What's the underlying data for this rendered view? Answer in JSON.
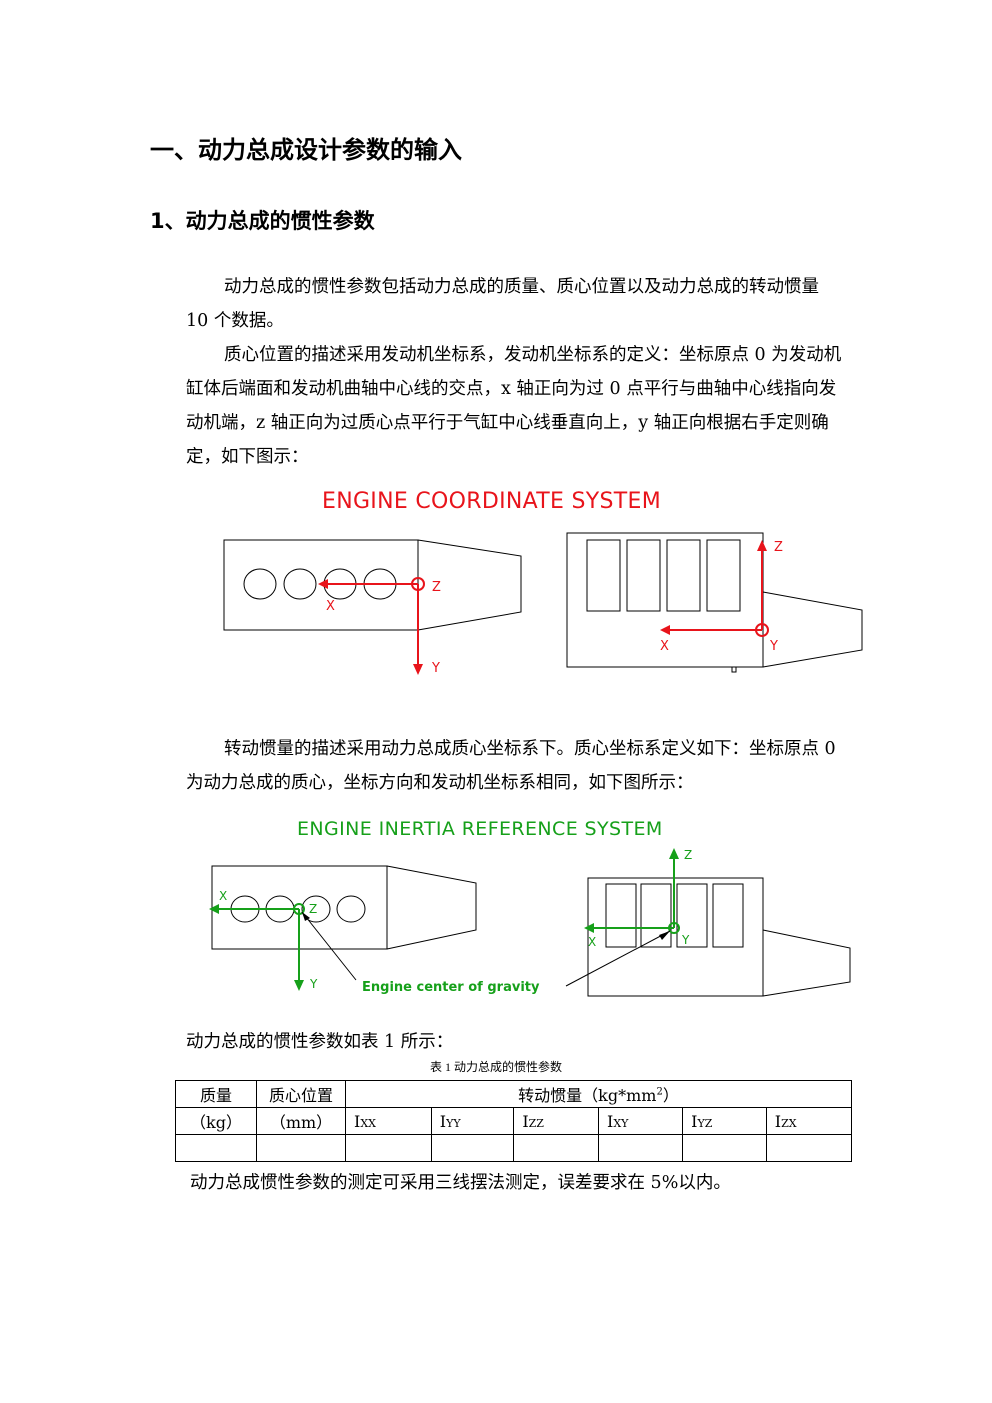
{
  "heading1": "一、动力总成设计参数的输入",
  "heading2": "1、动力总成的惯性参数",
  "paragraph1": "动力总成的惯性参数包括动力总成的质量、质心位置以及动力总成的转动惯量 10 个数据。",
  "paragraph2": "质心位置的描述采用发动机坐标系，发动机坐标系的定义：坐标原点 0 为发动机缸体后端面和发动机曲轴中心线的交点，x 轴正向为过 0 点平行与曲轴中心线指向发动机端，z 轴正向为过质心点平行于气缸中心线垂直向上，y 轴正向根据右手定则确定，如下图示：",
  "figure1": {
    "title": "ENGINE COORDINATE SYSTEM",
    "left_labels": {
      "z": "Z",
      "x": "X",
      "y": "Y"
    },
    "right_labels": {
      "z": "Z",
      "x": "X",
      "y": "Y"
    }
  },
  "paragraph3": "转动惯量的描述采用动力总成质心坐标系下。质心坐标系定义如下：坐标原点 0 为动力总成的质心，坐标方向和发动机坐标系相同，如下图所示：",
  "figure2": {
    "title": "ENGINE INERTIA REFERENCE SYSTEM",
    "left_labels": {
      "x": "X",
      "z": "Z",
      "y": "Y"
    },
    "right_labels": {
      "z": "Z",
      "x": "X",
      "y": "Y"
    },
    "cg_label": "Engine center of gravity"
  },
  "paragraph4": "动力总成的惯性参数如表 1 所示：",
  "table": {
    "caption": "表 1 动力总成的惯性参数",
    "mass_header": "质量",
    "mass_unit": "（kg）",
    "position_header": "质心位置",
    "position_unit": "（mm）",
    "inertia_header": "转动惯量（kg*mm",
    "inertia_sup": "2",
    "inertia_close": "）",
    "columns": [
      {
        "base": "I",
        "sub": "XX"
      },
      {
        "base": "I",
        "sub": "YY"
      },
      {
        "base": "I",
        "sub": "ZZ"
      },
      {
        "base": "I",
        "sub": "XY"
      },
      {
        "base": "I",
        "sub": "YZ"
      },
      {
        "base": "I",
        "sub": "ZX"
      }
    ]
  },
  "paragraph5": "动力总成惯性参数的测定可采用三线摆法测定，误差要求在 5%以内。",
  "colors": {
    "red": "#e8141b",
    "green": "#16a01a"
  }
}
